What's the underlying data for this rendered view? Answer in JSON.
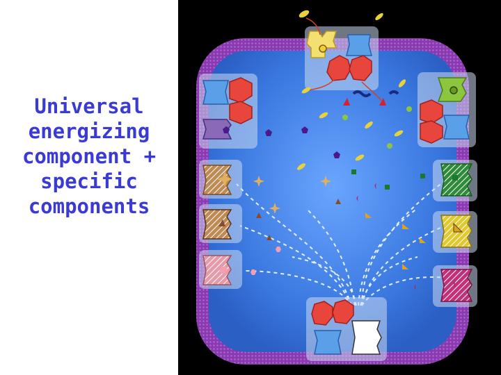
{
  "caption": {
    "lines": [
      "Universal",
      "energizing",
      "component +",
      "specific",
      "components"
    ]
  },
  "colors": {
    "caption": "#3a3ad6",
    "background_right": "#000000",
    "membrane": "#7b2fa8",
    "cell_interior": "#3f7fe0",
    "atpase_red": "#e8463c",
    "atpase_blue": "#5aa0e8",
    "transporter_yellow": "#e8d23c",
    "transporter_green": "#8cc63f",
    "transporter_purple": "#8a6ab8"
  },
  "icons": {
    "atp_source": "atpase-red-blue-icon",
    "substrate_marks": [
      "star",
      "triangle",
      "square",
      "crescent",
      "pentagon",
      "circle"
    ]
  }
}
